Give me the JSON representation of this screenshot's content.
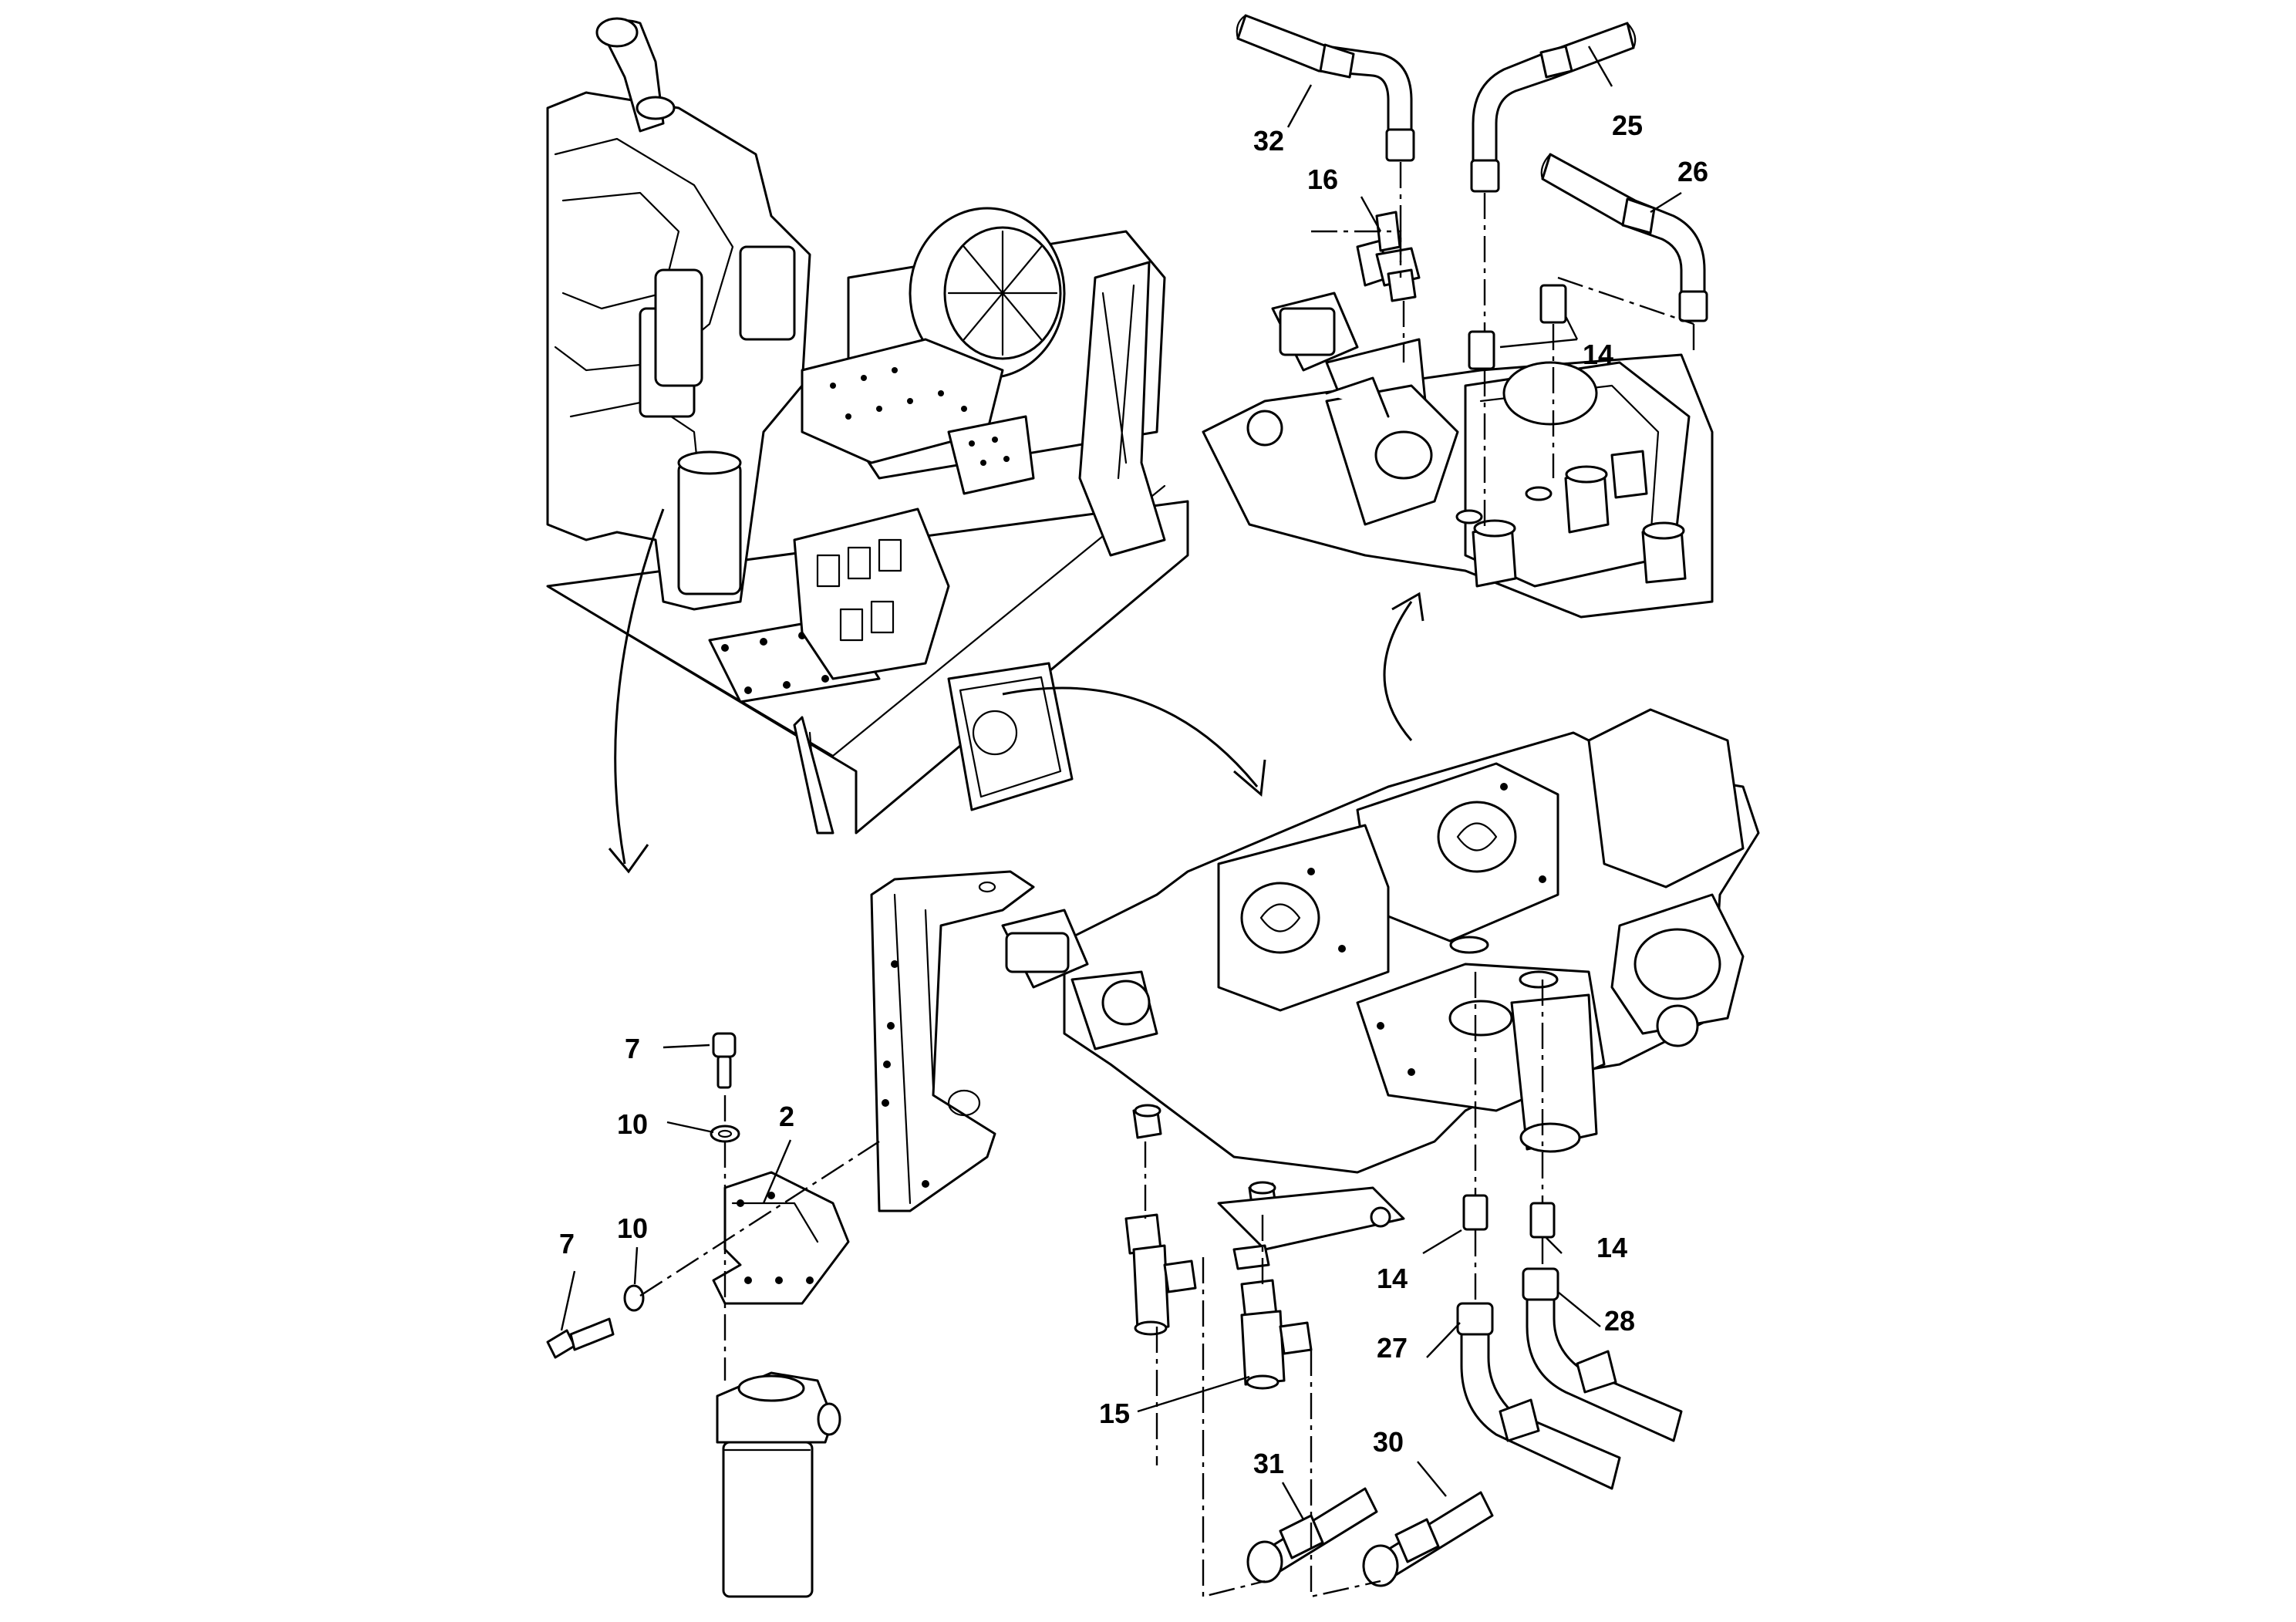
{
  "callouts": {
    "c32": "32",
    "c25": "25",
    "c16": "16",
    "c26": "26",
    "c14_top": "14",
    "c7_upper": "7",
    "c10_upper": "10",
    "c2": "2",
    "c10_lower": "10",
    "c7_lower": "7",
    "c14_mid_left": "14",
    "c14_mid_right": "14",
    "c27": "27",
    "c28": "28",
    "c15": "15",
    "c30": "30",
    "c31": "31"
  },
  "colors": {
    "line": "#000000",
    "paper": "#ffffff"
  }
}
